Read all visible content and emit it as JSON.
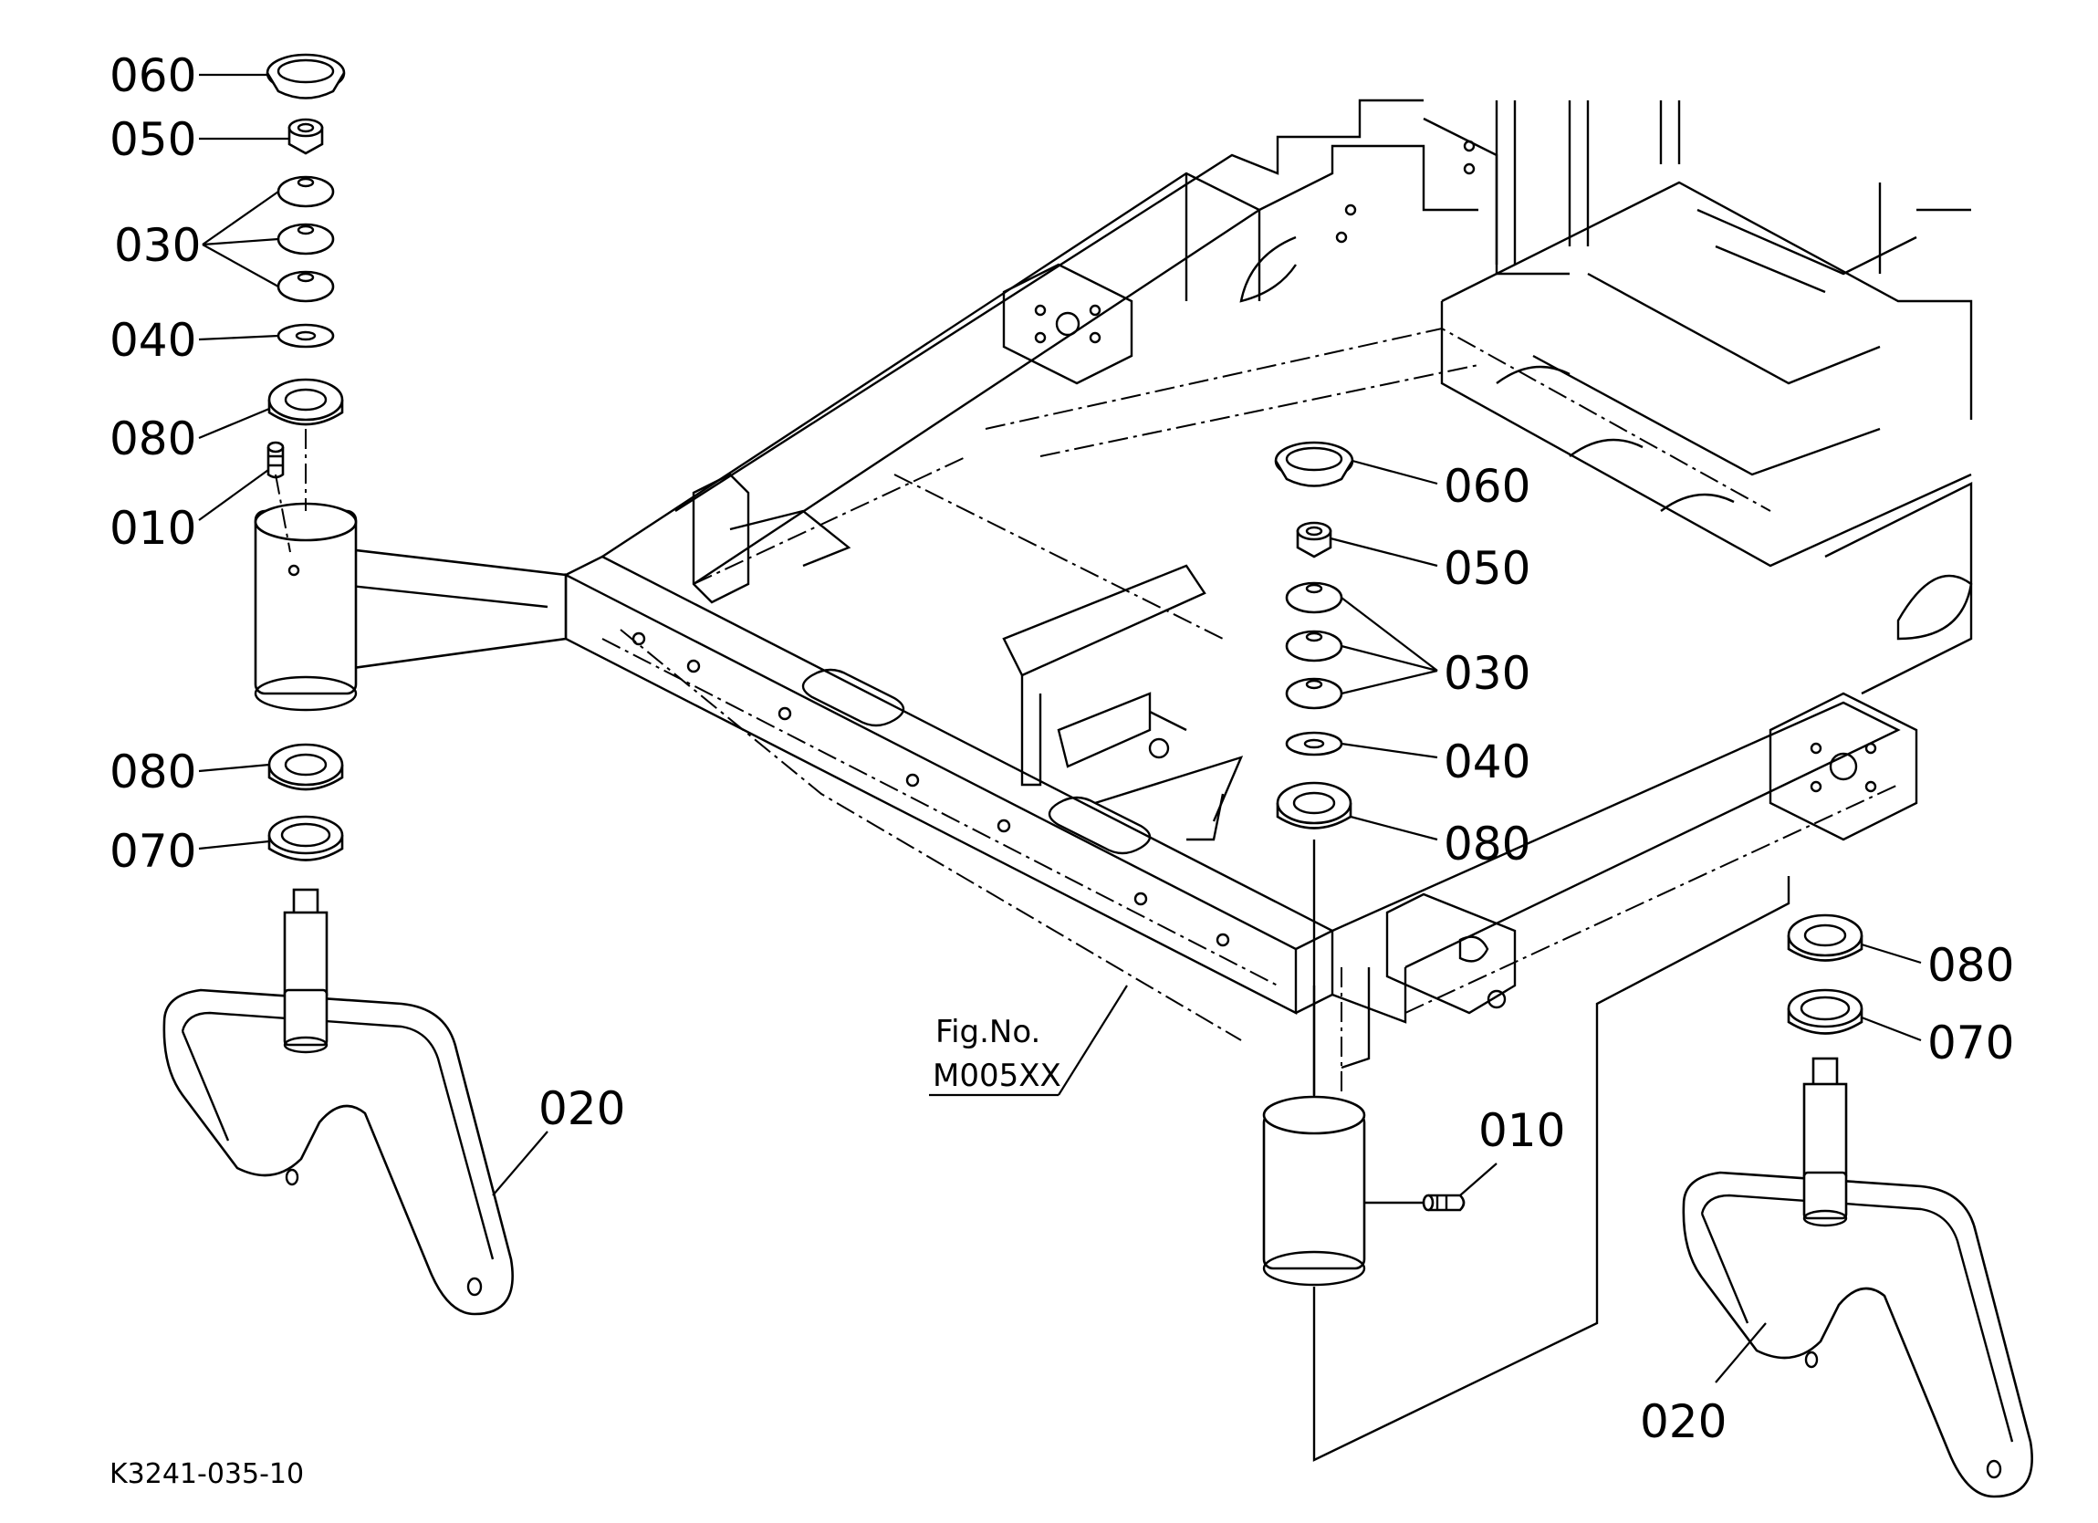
{
  "callouts": {
    "left_060": "060",
    "left_050": "050",
    "left_030": "030",
    "left_040": "040",
    "left_080_top": "080",
    "left_010": "010",
    "left_080_bottom": "080",
    "left_070": "070",
    "left_020": "020",
    "mid_060": "060",
    "mid_050": "050",
    "mid_030": "030",
    "mid_040": "040",
    "mid_080": "080",
    "mid_010": "010",
    "right_080": "080",
    "right_070": "070",
    "right_020": "020"
  },
  "figure_ref": {
    "label": "Fig.No.",
    "code": "M005XX"
  },
  "drawing_id": "K3241-035-10"
}
